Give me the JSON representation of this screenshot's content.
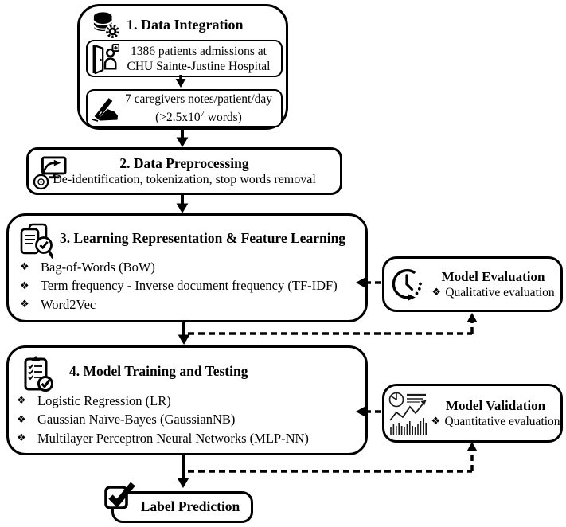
{
  "step1": {
    "title": "1. Data Integration",
    "admissions_line1": "1386 patients admissions at",
    "admissions_line2": "CHU Sainte-Justine Hospital",
    "notes_line1": "7 caregivers notes/patient/day",
    "notes_line2_prefix": "(>2.5x10",
    "notes_line2_sup": "7",
    "notes_line2_suffix": " words)"
  },
  "step2": {
    "title": "2. Data Preprocessing",
    "subtitle": "De-identification, tokenization, stop words removal"
  },
  "step3": {
    "title": "3. Learning Representation & Feature Learning",
    "items": [
      "Bag-of-Words (BoW)",
      "Term frequency - Inverse document frequency (TF-IDF)",
      "Word2Vec"
    ]
  },
  "step4": {
    "title": "4. Model Training and Testing",
    "items": [
      "Logistic Regression (LR)",
      "Gaussian Naïve-Bayes (GaussianNB)",
      "Multilayer Perceptron Neural Networks (MLP-NN)"
    ]
  },
  "evaluation": {
    "title": "Model Evaluation",
    "item": "Qualitative evaluation"
  },
  "validation": {
    "title": "Model Validation",
    "item": "Quantitative evaluation"
  },
  "prediction": {
    "title": "Label Prediction"
  },
  "bullet": "❖",
  "icons": {
    "step1": "database-gear-icon",
    "admissions": "patient-admission-door-icon",
    "notes": "writing-hand-icon",
    "step2": "monitor-disk-transfer-icon",
    "step3": "documents-check-magnifier-icon",
    "step4": "clipboard-checklist-icon",
    "evaluation": "history-clock-icon",
    "validation": "analytics-charts-icon",
    "prediction": "checkbox-check-icon",
    "bullet": "four-diamond-bullet"
  },
  "colors": {
    "ink": "#000000",
    "background": "#ffffff"
  }
}
